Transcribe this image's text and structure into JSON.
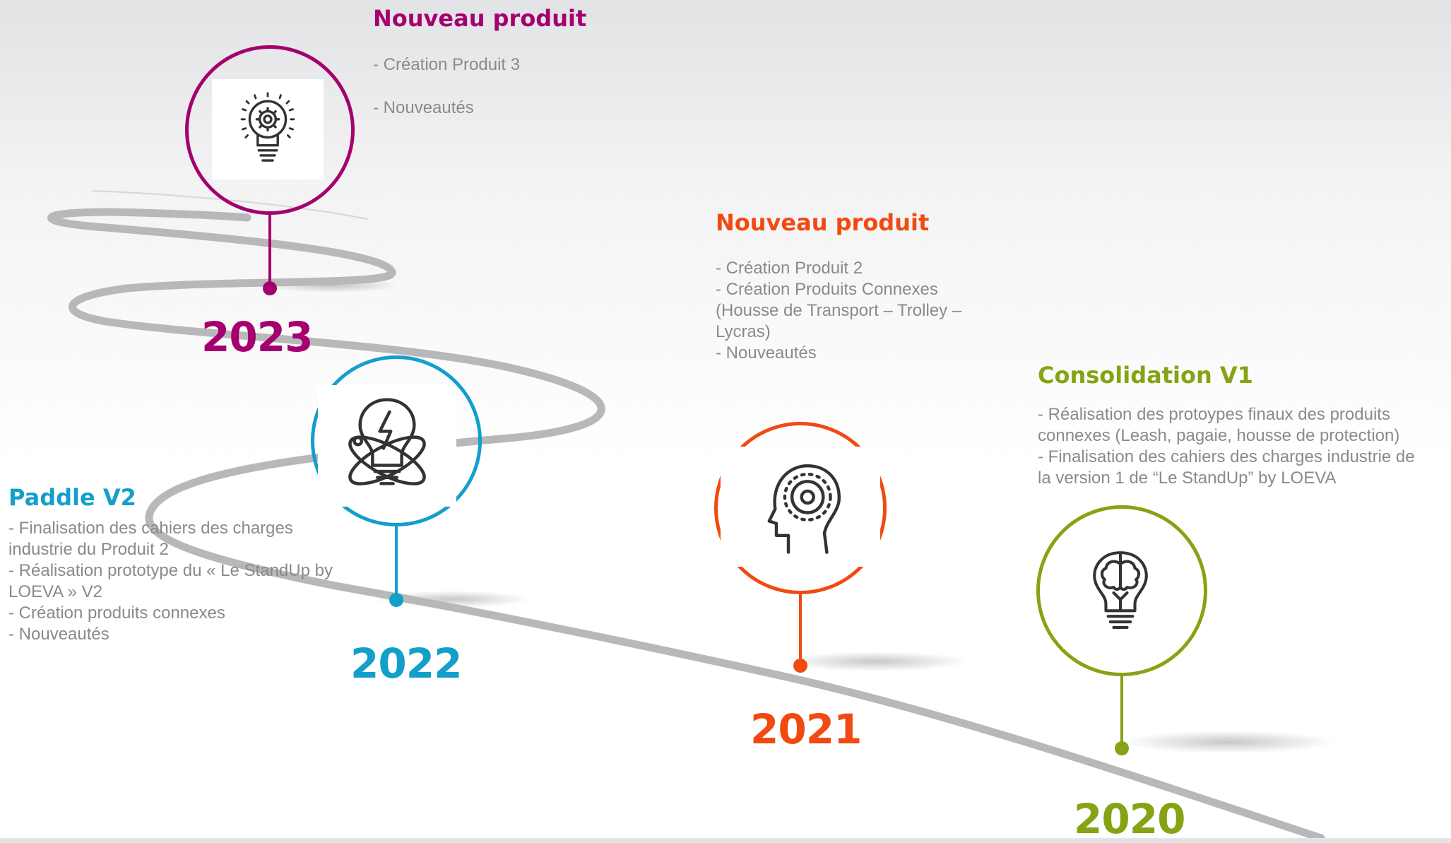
{
  "colors": {
    "road": "#b8b8bb",
    "text": "#8a8a8a"
  },
  "milestones": [
    {
      "year": "2023",
      "color": "#a5006f",
      "icon": "lightbulb-gear-icon",
      "heading": "Nouveau produit",
      "lines": [
        "- Création Produit 3",
        "- Nouveautés"
      ]
    },
    {
      "year": "2022",
      "color": "#139fca",
      "icon": "lightbulb-atom-icon",
      "heading": "Paddle V2",
      "lines": [
        "- Finalisation des cahiers des charges",
        "industrie du Produit 2",
        "- Réalisation prototype du « Le StandUp by",
        "LOEVA » V2",
        "- Création produits connexes",
        "- Nouveautés"
      ]
    },
    {
      "year": "2021",
      "color": "#f04a12",
      "icon": "head-gear-icon",
      "heading": "Nouveau produit",
      "lines": [
        "- Création Produit 2",
        "- Création Produits Connexes",
        "(Housse de Transport – Trolley –",
        "Lycras)",
        "- Nouveautés"
      ]
    },
    {
      "year": "2020",
      "color": "#86a313",
      "icon": "lightbulb-brain-icon",
      "heading": "Consolidation V1",
      "lines": [
        "- Réalisation des protoypes finaux des produits",
        "connexes (Leash, pagaie, housse de protection)",
        "- Finalisation des cahiers des charges industrie de",
        "la version 1 de “Le StandUp” by LOEVA"
      ]
    }
  ]
}
